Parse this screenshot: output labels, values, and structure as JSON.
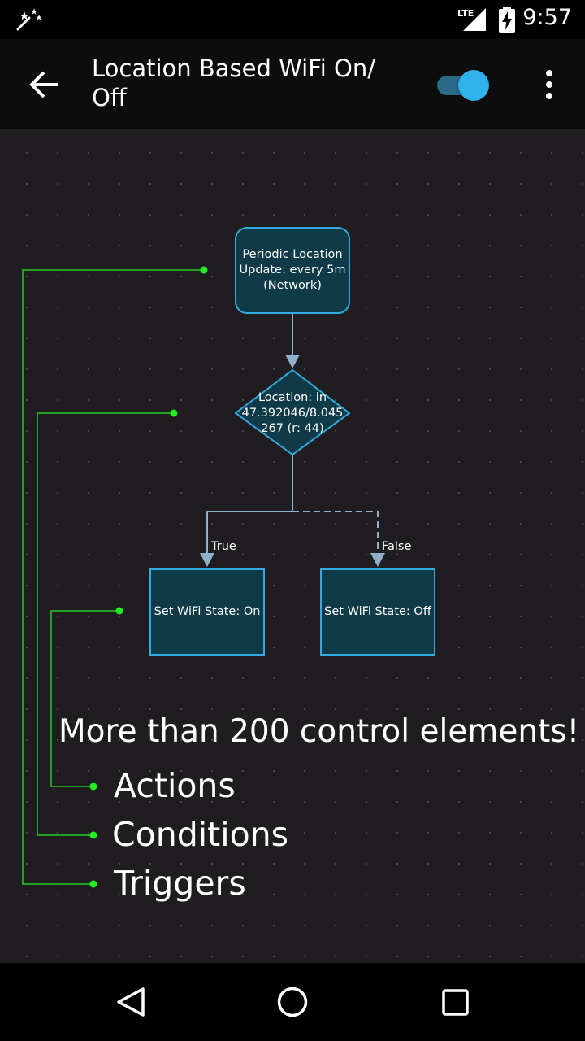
{
  "status_bar": {
    "time": "9:57",
    "network": "LTE",
    "icons": [
      "magic-wand-icon",
      "lte-signal-icon",
      "battery-charging-icon"
    ]
  },
  "app_bar": {
    "title": "Location Based WiFi On/ Off",
    "title_line1": "Location Based WiFi On/",
    "title_line2": "Off",
    "back_icon": "arrow-left-icon",
    "toggle_on": true,
    "menu_icon": "more-vert-icon",
    "accent_color": "#2fb2ec"
  },
  "diagram": {
    "trigger": {
      "lines": [
        "Periodic Location",
        "Update:  every 5m",
        "(Network)"
      ]
    },
    "condition": {
      "lines": [
        "Location: in",
        "47.392046/8.045",
        "267 (r: 44)"
      ]
    },
    "true_label": "True",
    "false_label": "False",
    "action_true": "Set WiFi State: On",
    "action_false": "Set WiFi State: Off",
    "node_border_color": "#33a9e0",
    "node_fill_color": "#0f3a48",
    "edge_color": "#8fb0c8",
    "connector_color": "#22cc22"
  },
  "caption": {
    "headline": "More than 200 control elements!",
    "legend": [
      "Actions",
      "Conditions",
      "Triggers"
    ]
  },
  "nav_bar": {
    "icons": [
      "back-triangle-icon",
      "home-circle-icon",
      "recents-square-icon"
    ]
  }
}
